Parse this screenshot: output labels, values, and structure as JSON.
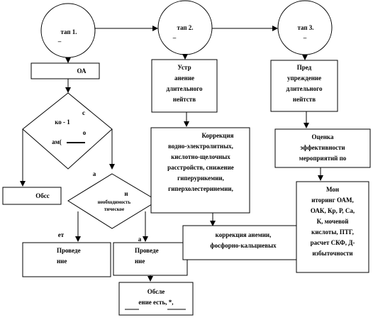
{
  "stage1": "тап 1.",
  "stage1_mark": "–",
  "stage2": "тап 2.",
  "stage2_mark": "–",
  "stage3": "тап 3.",
  "stage3_mark": "–",
  "oa": "ОА",
  "diamond1_a": "с",
  "diamond1_b": "ко - 1",
  "diamond1_c": "о",
  "diamond1_d": "ам(",
  "obs": "Обсс",
  "a_label1": "а",
  "diamond2_a": "н",
  "diamond2_b": "необходимость\nтическое",
  "et_label": "ет",
  "a_label2": "а",
  "proved1": "Проведе\nние",
  "proved2": "Проведе\nние",
  "obsl": "Обсле\nение есть, *,",
  "ustr": "Устр\nанение\nдлительного\nнейтств",
  "predupr": "Пред\nупреждение\nдлительного\nнейтств",
  "correction_title": "Коррекция",
  "correction_body": "водно-электролитных,\nкислотно-щелочных\nрасстройств, снижение\nгиперурикемии,\nгиперхолестеринемии,",
  "correction_anemia": "коррекция анемии,\nфосфорно-кальциевых",
  "ocenka": "Оценка\nэффективности\nмероприятий по",
  "monitor": "Мон\nиторинг ОАМ,\nОАК, Кр, Р, Са,\nК, мочевой\nкислоты, ПТГ,\nрасчет СКФ, Д-\nизбыточности"
}
